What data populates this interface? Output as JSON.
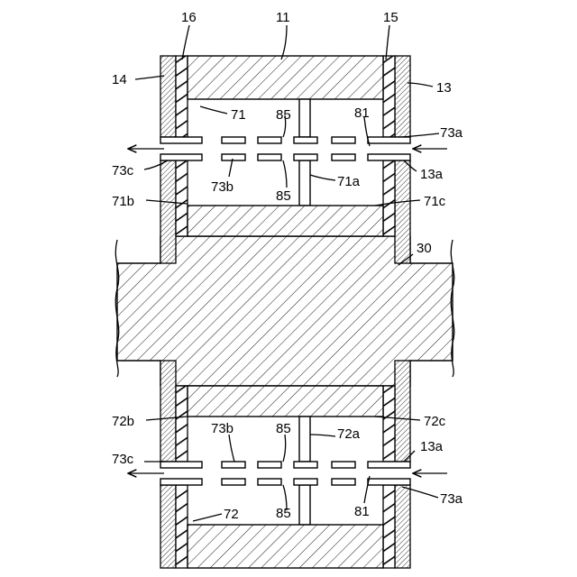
{
  "labels": {
    "l11": "11",
    "l16": "16",
    "l15": "15",
    "l14": "14",
    "l13": "13",
    "l71": "71",
    "l85_t1": "85",
    "l81_t": "81",
    "l73a_t": "73a",
    "l73c_t": "73c",
    "l73b_t": "73b",
    "l85_t2": "85",
    "l71a": "71a",
    "l13a_t": "13a",
    "l71b": "71b",
    "l71c": "71c",
    "l30": "30",
    "l72b": "72b",
    "l73b_b": "73b",
    "l85_b1": "85",
    "l72a": "72a",
    "l72c": "72c",
    "l73c_b": "73c",
    "l13a_b": "13a",
    "l81_b": "81",
    "l85_b2": "85",
    "l73a_b": "73a",
    "l72": "72"
  },
  "colors": {
    "line": "#000000",
    "background": "#ffffff"
  }
}
